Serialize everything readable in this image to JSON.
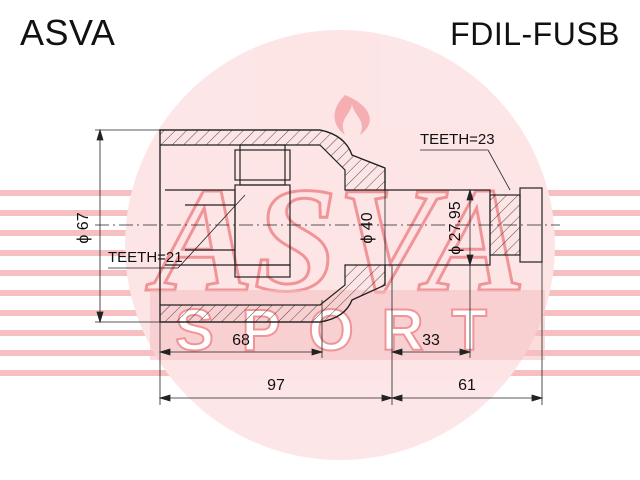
{
  "header": {
    "brand": "ASVA",
    "part_number": "FDIL-FUSB"
  },
  "watermark": {
    "logo": "ASVA",
    "subtitle": "SPORT",
    "color": "#e8141c"
  },
  "dimensions": {
    "left_teeth": "TEETH=21",
    "right_teeth": "TEETH=23",
    "outer_diameter": "ϕ 67",
    "bore_diameter": "ϕ 40",
    "shaft_diameter": "ϕ 27.95",
    "inner_length": "68",
    "shaft_length_inner": "33",
    "total_length": "97",
    "shaft_length": "61"
  }
}
